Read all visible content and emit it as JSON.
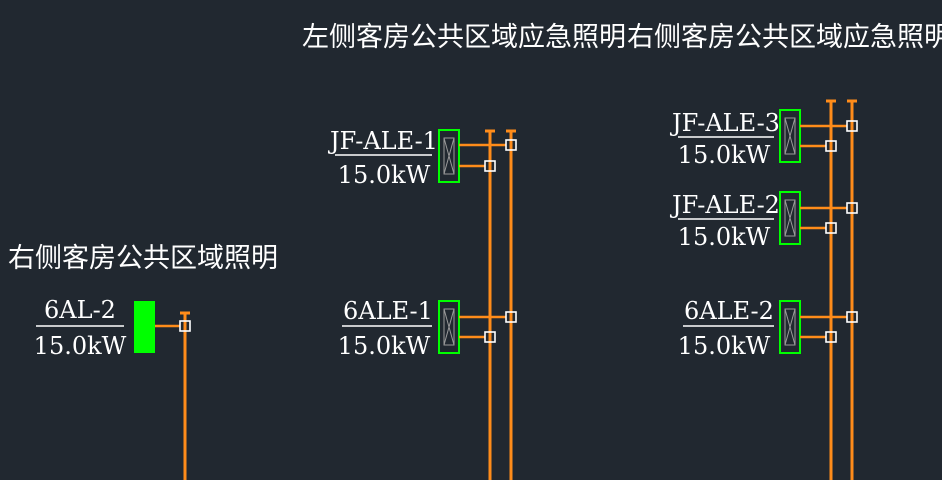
{
  "colors": {
    "background": "#212830",
    "busbar": "#ff8c1a",
    "panel_outline": "#00ff00",
    "panel_fill": "#00ff00",
    "text": "#ffffff"
  },
  "titles": {
    "left_emergency": "左侧客房公共区域应急照明",
    "right_emergency": "右侧客房公共区域应急照明",
    "right_normal": "右侧客房公共区域照明"
  },
  "panels": {
    "al_6_2": {
      "name": "6AL-2",
      "power": "15.0kW",
      "style": "solid"
    },
    "jf_ale_1": {
      "name": "JF-ALE-1",
      "power": "15.0kW",
      "style": "crossed"
    },
    "ale_6_1": {
      "name": "6ALE-1",
      "power": "15.0kW",
      "style": "crossed"
    },
    "jf_ale_3": {
      "name": "JF-ALE-3",
      "power": "15.0kW",
      "style": "crossed"
    },
    "jf_ale_2": {
      "name": "JF-ALE-2",
      "power": "15.0kW",
      "style": "crossed"
    },
    "ale_6_2": {
      "name": "6ALE-2",
      "power": "15.0kW",
      "style": "crossed"
    }
  }
}
